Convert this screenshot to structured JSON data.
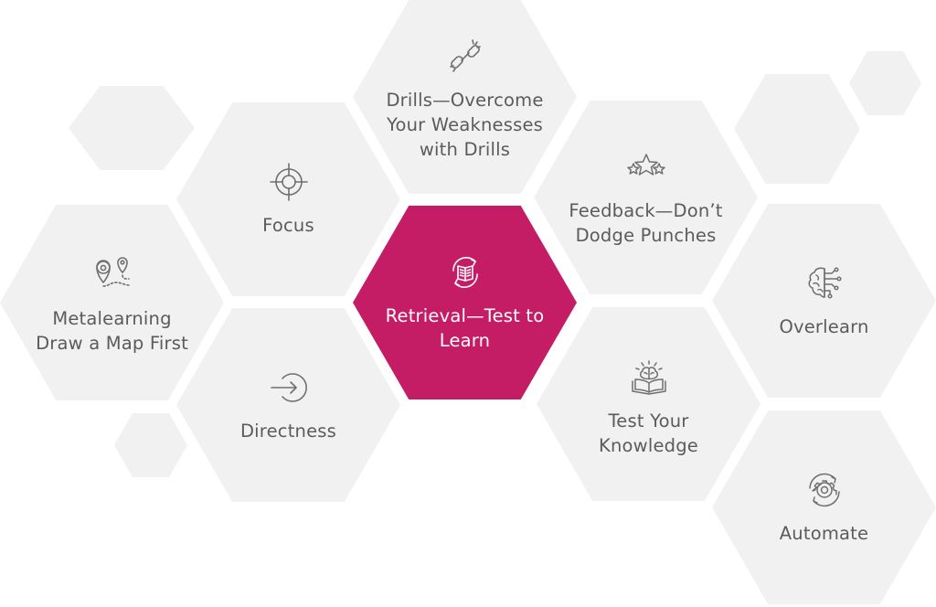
{
  "colors": {
    "hex_fill": "#f1f1f1",
    "text": "#5b5b5b",
    "icon": "#6f6f6f",
    "accent": "#c41d66",
    "accent_text": "#ffffff"
  },
  "nodes": {
    "drills": {
      "label": "Drills—Overcome\nYour Weaknesses\nwith Drills",
      "icon": "broken-chain-icon"
    },
    "focus": {
      "label": "Focus",
      "icon": "crosshair-icon"
    },
    "feedback": {
      "label": "Feedback—Don’t\nDodge Punches",
      "icon": "three-stars-icon"
    },
    "metalearning": {
      "label": "Metalearning\nDraw a Map First",
      "icon": "map-pins-route-icon"
    },
    "retrieval": {
      "label": "Retrieval—Test to\nLearn",
      "icon": "book-refresh-icon"
    },
    "overlearn": {
      "label": "Overlearn",
      "icon": "circuit-brain-icon"
    },
    "directness": {
      "label": "Directness",
      "icon": "arrow-into-circle-icon"
    },
    "test_knowledge": {
      "label": "Test Your\nKnowledge",
      "icon": "brain-on-book-icon"
    },
    "automate": {
      "label": "Automate",
      "icon": "gear-cycle-icon"
    }
  }
}
